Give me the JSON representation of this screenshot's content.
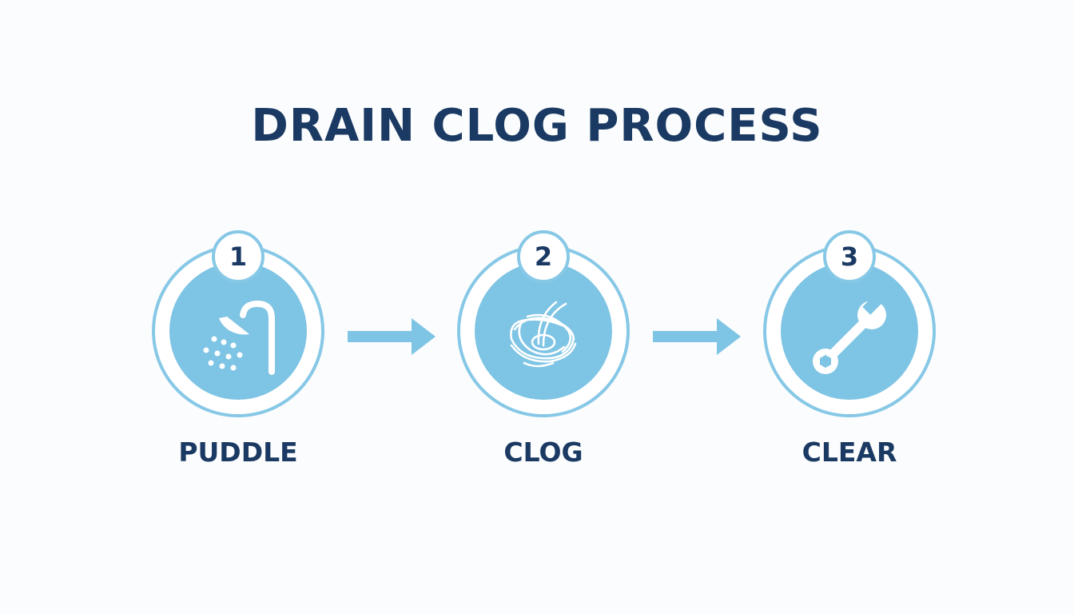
{
  "title": "DRAIN CLOG PROCESS",
  "colors": {
    "title": "#1b3a63",
    "accent": "#7ec4e4",
    "ring": "#86c8e6",
    "background": "#fbfcfd",
    "icon": "#ffffff"
  },
  "steps": [
    {
      "number": "1",
      "label": "PUDDLE",
      "icon": "shower-icon"
    },
    {
      "number": "2",
      "label": "CLOG",
      "icon": "hair-clog-icon"
    },
    {
      "number": "3",
      "label": "CLEAR",
      "icon": "wrench-icon"
    }
  ]
}
